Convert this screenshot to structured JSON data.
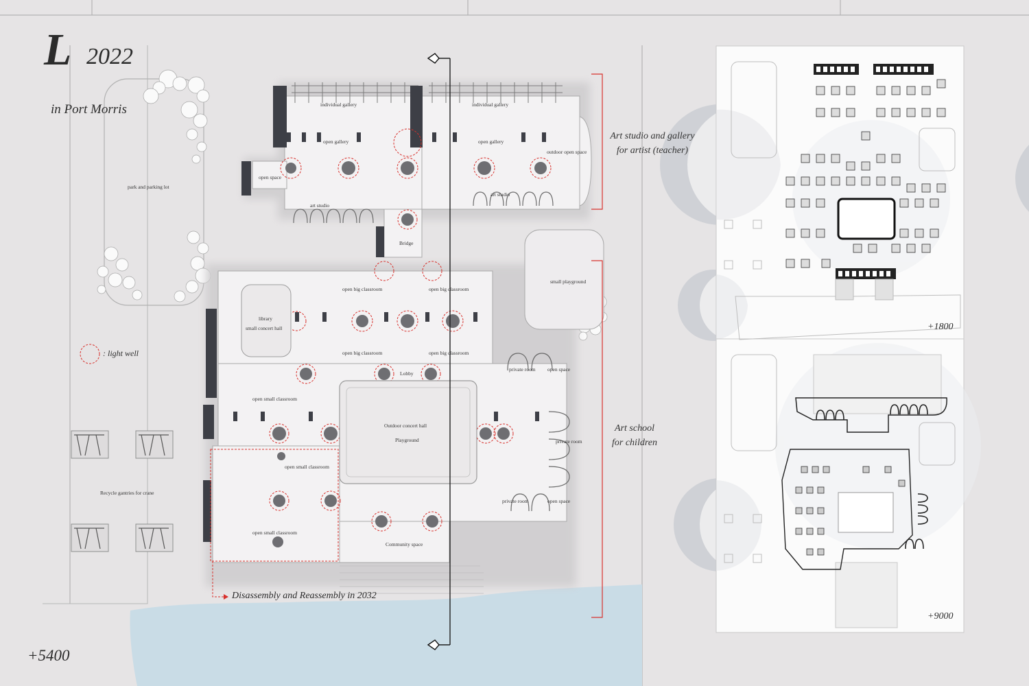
{
  "title": {
    "letter": "L",
    "year": "2022",
    "subtitle": "in Port Morris"
  },
  "legend": {
    "light_well": ": light well"
  },
  "site_labels": {
    "park": "park and parking lot",
    "gantries": "Recycle gantries for crane",
    "small_playground": "small playground"
  },
  "room_labels": {
    "individual_gallery_1": "individual gallery",
    "individual_gallery_2": "individual gallery",
    "open_gallery_1": "open gallery",
    "open_gallery_2": "open gallery",
    "outdoor_open_space": "outdoor open space",
    "open_space_top": "open space",
    "art_studio_1": "art studio",
    "art_studio_2": "art studio",
    "bridge": "Bridge",
    "open_big_classroom_1": "open big classroom",
    "open_big_classroom_2": "open big classroom",
    "open_big_classroom_3": "open big classroom",
    "open_big_classroom_4": "open big classroom",
    "library": "library",
    "small_concert_hall": "small concert hall",
    "lobby": "Lobby",
    "private_room_1": "private room",
    "private_room_2": "private room",
    "private_room_3": "private room",
    "open_space_1": "open space",
    "open_space_2": "open space",
    "open_small_classroom_1": "open small classroom",
    "open_small_classroom_2": "open small classroom",
    "open_small_classroom_3": "open small classroom",
    "outdoor_concert_hall": "Outdoor concert hall",
    "playground": "Playground",
    "community_space": "Community space"
  },
  "zones": {
    "art_studio_line1": "Art studio and gallery",
    "art_studio_line2": "for artist (teacher)",
    "art_school_line1": "Art school",
    "art_school_line2": "for children"
  },
  "disassembly": "Disassembly and Reassembly in 2032",
  "levels": {
    "main": "+5400",
    "upper": "+1800",
    "lower": "+9000"
  },
  "colors": {
    "background": "#e6e4e5",
    "water": "#c9dce6",
    "accent_red": "#d8312c",
    "ink": "#2b2b2b"
  }
}
